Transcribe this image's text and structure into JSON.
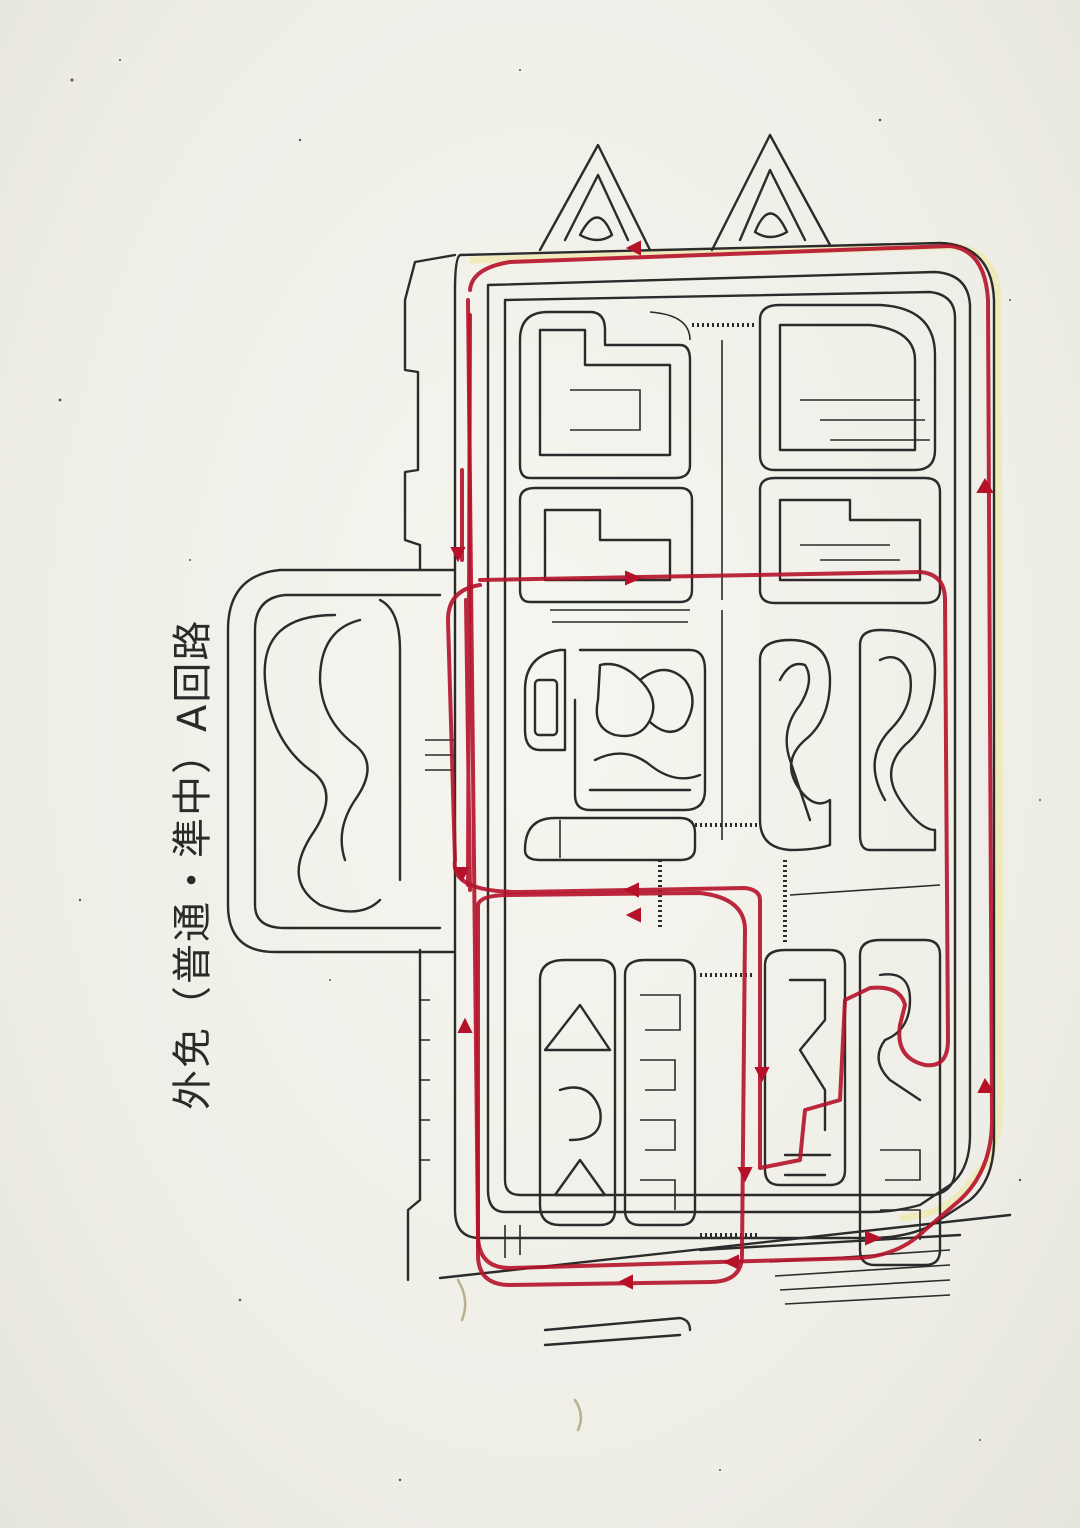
{
  "page": {
    "title": "外免（普通・準中）A回路"
  },
  "colors": {
    "paper": "#f1f0e9",
    "ink": "#2b2b2b",
    "route": "#b5122a",
    "highlight": "#efe9b0"
  },
  "map": {
    "route_name": "A回路",
    "direction_arrows": "red-arrow"
  }
}
